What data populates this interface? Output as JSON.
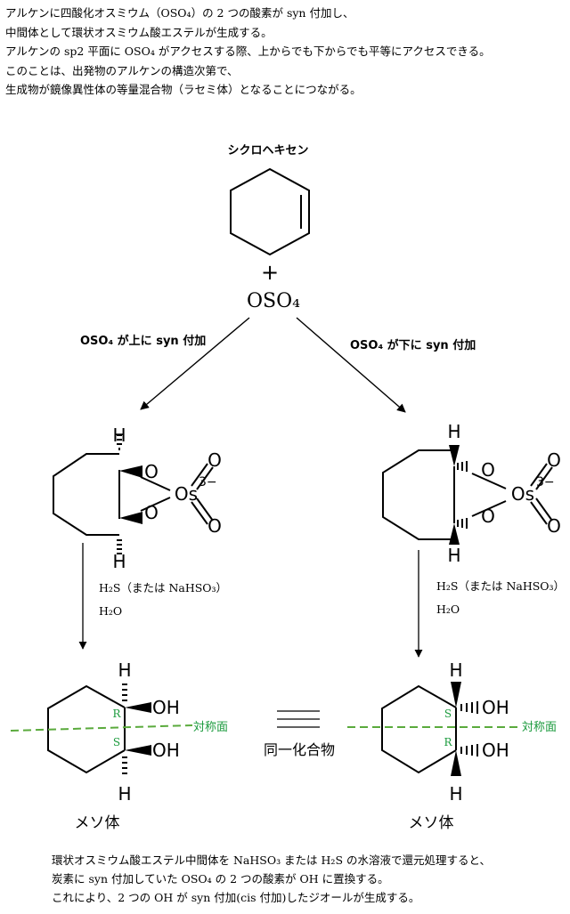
{
  "intro_lines": [
    "アルケンに四酸化オスミウム（OSO₄）の 2 つの酸素が syn 付加し、",
    "中間体として環状オスミウム酸エステルが生成する。",
    "アルケンの sp2 平面に OSO₄ がアクセスする際、上からでも下からでも平等にアクセスできる。",
    "このことは、出発物のアルケンの構造次第で、",
    "生成物が鏡像異性体の等量混合物（ラセミ体）となることにつながる。"
  ],
  "start": {
    "name": "シクロヘキセン",
    "plus": "+",
    "reagent": "OSO₄"
  },
  "paths": {
    "left": {
      "label": "OSO₄ が上に syn 付加"
    },
    "right": {
      "label": "OSO₄ が下に syn 付加"
    }
  },
  "ester": {
    "h": "H",
    "o": "O",
    "os": "Os",
    "charge": "3−"
  },
  "reduction": {
    "line1": "H₂S（または NaHSO₃）",
    "line2": "H₂O"
  },
  "product": {
    "h": "H",
    "oh": "OH",
    "left_stereo": [
      "R",
      "S"
    ],
    "right_stereo": [
      "S",
      "R"
    ],
    "plane_label": "対称面",
    "name": "メソ体"
  },
  "equivalence": {
    "symbol": "≡",
    "label": "同一化合物"
  },
  "colors": {
    "plane": "#5aaa3c",
    "stereo": "#1a9a3c"
  },
  "outro_lines": [
    "環状オスミウム酸エステル中間体を NaHSO₃ または H₂S の水溶液で還元処理すると、",
    "炭素に syn 付加していた OSO₄ の 2 つの酸素が OH に置換する。",
    "これにより、2 つの OH が syn 付加(cis 付加)したジオールが生成する。"
  ]
}
